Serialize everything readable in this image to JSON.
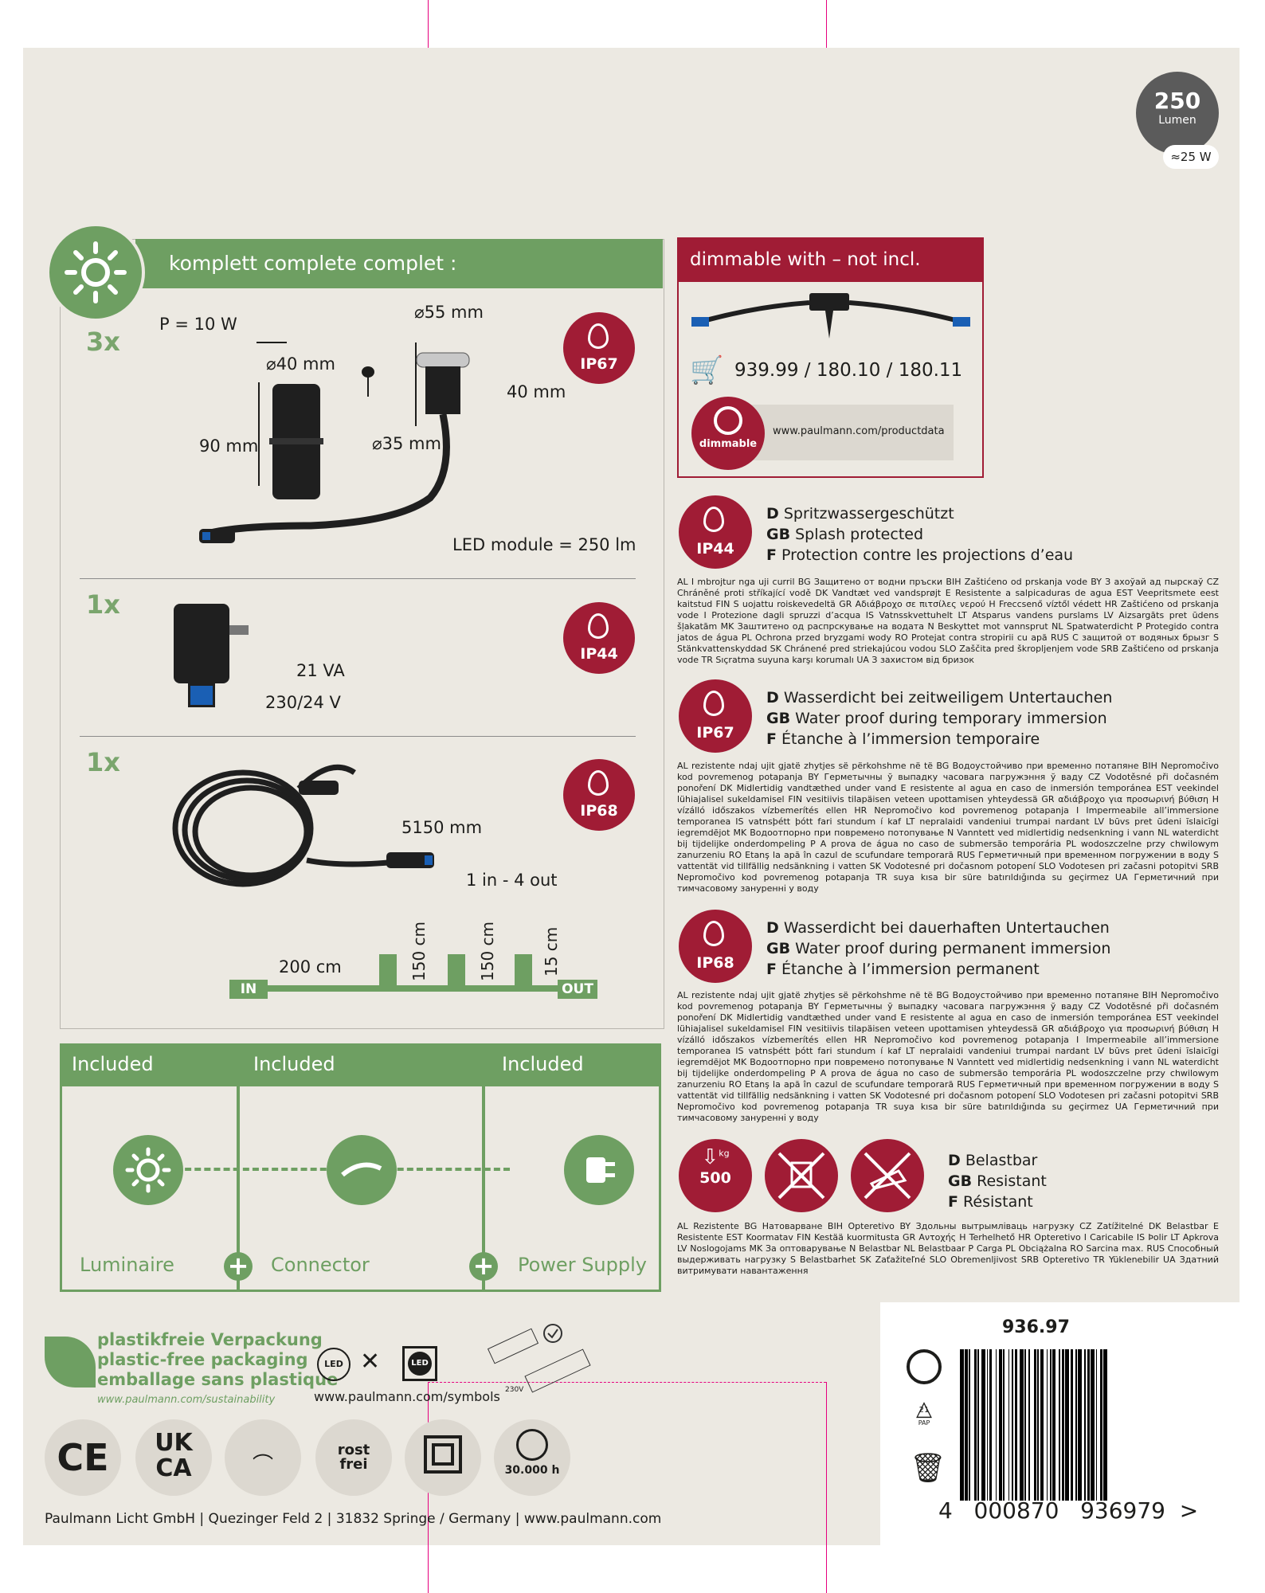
{
  "lumen_badge": {
    "value": "250",
    "unit": "Lumen",
    "watt": "≈25 W"
  },
  "header": {
    "title": "komplett  complete  complet :"
  },
  "items": [
    {
      "qty": "3x",
      "power": "P = 10 W",
      "d40": "⌀40 mm",
      "d55": "⌀55 mm",
      "h90": "90 mm",
      "d35": "⌀35 mm",
      "h40": "40 mm",
      "led": "LED module = 250 lm",
      "ip": "IP67"
    },
    {
      "qty": "1x",
      "va": "21 VA",
      "volt": "230/24 V",
      "ip": "IP44"
    },
    {
      "qty": "1x",
      "length": "5150 mm",
      "inout": "1 in - 4 out",
      "ip": "IP68"
    }
  ],
  "cable_diagram": {
    "in": "IN",
    "out_end": "OUT",
    "seg1": "200 cm",
    "out": "OUT",
    "seg2": "150 cm",
    "seg3": "150 cm",
    "seg4": "15 cm"
  },
  "dimmable": {
    "title": "dimmable with – not incl.",
    "numbers": "939.99 / 180.10 / 180.11",
    "badge": "dimmable",
    "url": "www.paulmann.com/productdata"
  },
  "protection": [
    {
      "ip": "IP44",
      "d": "D",
      "d_text": "Spritzwassergeschützt",
      "gb": "GB",
      "gb_text": "Splash protected",
      "f": "F",
      "f_text": "Protection contre les projections d’eau",
      "small": "AL I mbrojtur nga uji curril BG Защитено от водни пръски BIH Zaštićeno od prskanja vode BY З ахоўай ад пырскаў CZ Chráněné proti stříkající vodě DK Vandtæt ved vandsprøjt E Resistente a salpicaduras de agua EST Veepritsmete eest kaitstud FIN S uojattu roiskevedeltä GR Αδιάβροχο σε πιτσίλες νερού H Freccsenő víztől védett HR Zaštićeno od prskanja vode I Protezione dagli spruzzi d’acqua IS Vatnsskvettuhelt LT Atsparus vandens purslams LV Aizsargāts pret ūdens šļakatām MK Заштитено од распрскување на водата N Beskyttet mot vannsprut NL Spatwaterdicht P Protegido contra jatos de água PL Ochrona przed bryzgami wody RO Protejat contra stropirii cu apă RUS С защитой от водяных брызг S Stänkvattenskyddad SK Chránené pred striekajúcou vodou SLO Zaščita pred škropljenjem vode SRB Zaštićeno od prskanja vode TR Sıçratma suyuna karşı korumalı UA З захистом від бризок"
    },
    {
      "ip": "IP67",
      "d": "D",
      "d_text": "Wasserdicht bei zeitweiligem Untertauchen",
      "gb": "GB",
      "gb_text": "Water proof during temporary immersion",
      "f": "F",
      "f_text": "Étanche à l’immersion temporaire",
      "small": "AL rezistente ndaj ujit gjatë zhytjes së përkohshme në të BG Водоустойчиво при временно потапяне BIH Nepromočivo kod povremenog potapanja BY Герметычны ў выпадку часовага пагружэння ў ваду CZ Vodotěsné při dočasném ponoření DK Midlertidig vandtæthed under vand E resistente al agua en caso de inmersión temporánea EST veekindel lühiajalisel sukeldamisel FIN vesitiivis tilapäisen veteen upottamisen yhteydessä GR αδιάβροχο για προσωρινή βύθιση H vízálló időszakos vízbemerítés ellen HR Nepromočivo kod povremenog potapanja I Impermeabile all’immersione temporanea IS vatnsþétt þótt fari stundum í kaf LT nepralaidi vandeniui trumpai nardant LV būvs pret ūdeni īslaicīgi iegremdējot MK Водоотпорно при повремено потопување N Vanntett ved midlertidig nedsenkning i vann NL waterdicht bij tijdelijke onderdompeling P A prova de água no caso de submersão temporária PL wodoszczelne przy chwilowym zanurzeniu RO Etanş la apă în cazul de scufundare temporară RUS Герметичный при временном погружении в воду S vattentät vid tillfällig nedsänkning i vatten SK Vodotesné pri dočasnom potopení SLO Vodotesen pri začasni potopitvi SRB Nepromočivo kod povremenog potapanja TR suya kısa bir süre batırıldığında su geçirmez UA Герметичний при тимчасовому зануренні у воду"
    },
    {
      "ip": "IP68",
      "d": "D",
      "d_text": "Wasserdicht bei dauerhaften Untertauchen",
      "gb": "GB",
      "gb_text": "Water proof during permanent immersion",
      "f": "F",
      "f_text": "Étanche à l’immersion permanent",
      "small": "AL rezistente ndaj ujit gjatë zhytjes së përkohshme në të BG Водоустойчиво при временно потапяне BIH Nepromočivo kod povremenog potapanja BY Герметычны ў выпадку часовага пагружэння ў ваду CZ Vodotěsné při dočasném ponoření DK Midlertidig vandtæthed under vand E resistente al agua en caso de inmersión temporánea EST veekindel lühiajalisel sukeldamisel FIN vesitiivis tilapäisen veteen upottamisen yhteydessä GR αδιάβροχο για προσωρινή βύθιση H vízálló időszakos vízbemerítés ellen HR Nepromočivo kod povremenog potapanja I Impermeabile all’immersione temporanea IS vatnsþétt þótt fari stundum í kaf LT nepralaidi vandeniui trumpai nardant LV būvs pret ūdeni īslaicīgi iegremdējot MK Водоотпорно при повремено потопување N Vanntett ved midlertidig nedsenkning i vann NL waterdicht bij tijdelijke onderdompeling P A prova de água no caso de submersão temporária PL wodoszczelne przy chwilowym zanurzeniu RO Etanş la apă în cazul de scufundare temporară RUS Герметичный при временном погружении в воду S vattentät vid tillfällig nedsänkning i vatten SK Vodotesné pri dočasnom potopení SLO Vodotesen pri začasni potopitvi SRB Nepromočivo kod povremenog potapanja TR suya kısa bir süre batırıldığında su geçirmez UA Герметичний при тимчасовому зануренні у воду"
    }
  ],
  "load": {
    "badge_unit": "kg",
    "badge_value": "500",
    "d": "D",
    "d_text": "Belastbar",
    "gb": "GB",
    "gb_text": "Resistant",
    "f": "F",
    "f_text": "Résistant",
    "small": "AL Rezistente BG Натоварване BIH Opteretivo BY Здольны вытрымліваць нагрузку CZ Zatížitelné DK Belastbar E Resistente EST Koormatav FIN Kestää kuormitusta GR Αντοχής H Terhelhető HR Opteretivo I Caricabile IS Þolir LT Apkrova LV Noslogojams MK За оптоварување N Belastbar NL Belastbaar P Carga PL Obciążalna RO Sarcina max. RUS Способный выдерживать нагрузку S Belastbarhet SK Zaťažiteľné SLO Obremenljivost SRB Opteretivo TR Yüklenebilir UA Здатний витримувати навантаження"
  },
  "included": {
    "h1": "Included",
    "h2": "Included",
    "h3": "Included",
    "luminaire": "Luminaire",
    "connector": "Connector",
    "power": "Power Supply"
  },
  "eco": {
    "l1": "plastikfreie Verpackung",
    "l2": "plastic-free packaging",
    "l3": "emballage sans plastique",
    "url": "www.paulmann.com/sustainability"
  },
  "symbols": {
    "led1": "LED",
    "led2": "LED",
    "url": "www.paulmann.com/symbols",
    "v": "230V"
  },
  "certs": {
    "ce": "CE",
    "ukca1": "UK",
    "ukca2": "CA",
    "rost1": "rost",
    "rost2": "frei",
    "hours": "30.000 h"
  },
  "footer": {
    "address": "Paulmann Licht GmbH | Quezinger Feld 2 | 31832 Springe / Germany | www.paulmann.com"
  },
  "barcode": {
    "article": "936.97",
    "digits": "4   000870   936979  >",
    "pap": "21",
    "pap_label": "PAP"
  },
  "colors": {
    "green": "#6e9f62",
    "red": "#a01c35",
    "panel": "#ece9e2"
  }
}
